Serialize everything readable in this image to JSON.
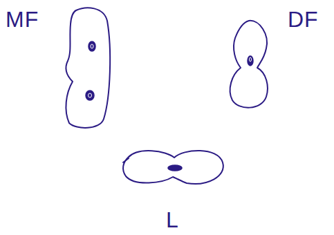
{
  "diagram": {
    "labels": [
      "MF",
      "DF",
      "L"
    ]
  }
}
